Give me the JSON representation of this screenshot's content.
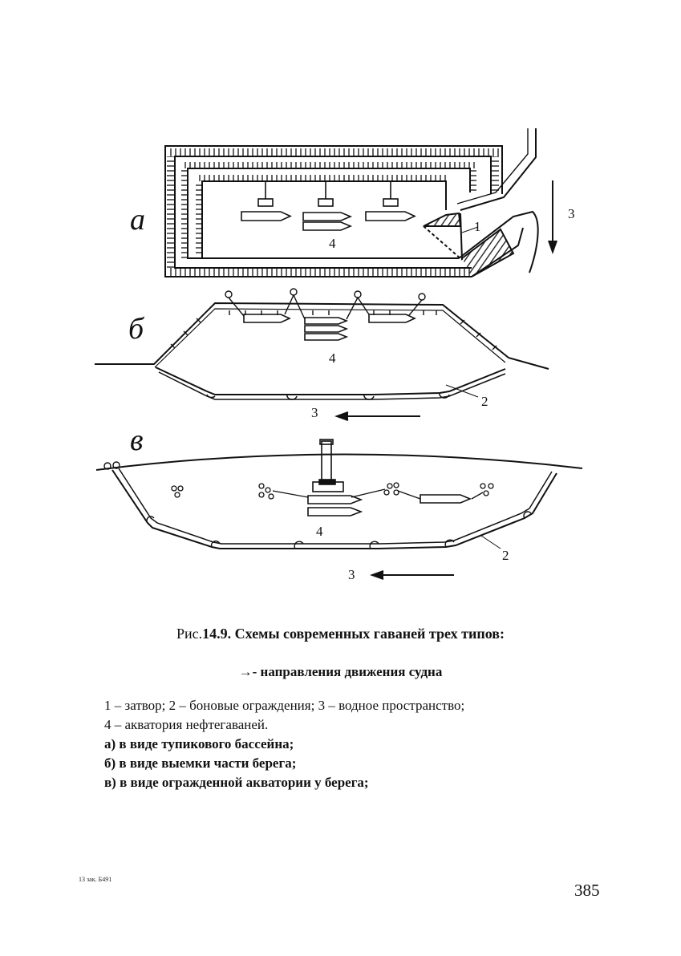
{
  "diagram": {
    "panels": [
      {
        "letter": "а",
        "labels": {
          "gate": "1",
          "water": "3",
          "oil_harbor": "4"
        }
      },
      {
        "letter": "б",
        "labels": {
          "booms": "2",
          "water": "3",
          "oil_harbor": "4"
        }
      },
      {
        "letter": "в",
        "labels": {
          "booms": "2",
          "water": "3",
          "oil_harbor": "4"
        }
      }
    ]
  },
  "caption": {
    "prefix": "Рис.",
    "number": "14.9.",
    "title": "Схемы современных гаваней трех типов:"
  },
  "direction_note": {
    "arrow": "→",
    "text": "- направления движения судна"
  },
  "legend": [
    {
      "text": "1 – затвор; 2 – боновые ограждения; 3 – водное пространство;"
    },
    {
      "text": "4 – акватория нефтегаваней."
    },
    {
      "text": "а) в виде тупикового бассейна;"
    },
    {
      "text": "б) в виде выемки части берега;"
    },
    {
      "text": "в) в виде огражденной акватории у берега;"
    }
  ],
  "footer": {
    "note": "13  зак. Б491",
    "page_number": "385"
  }
}
